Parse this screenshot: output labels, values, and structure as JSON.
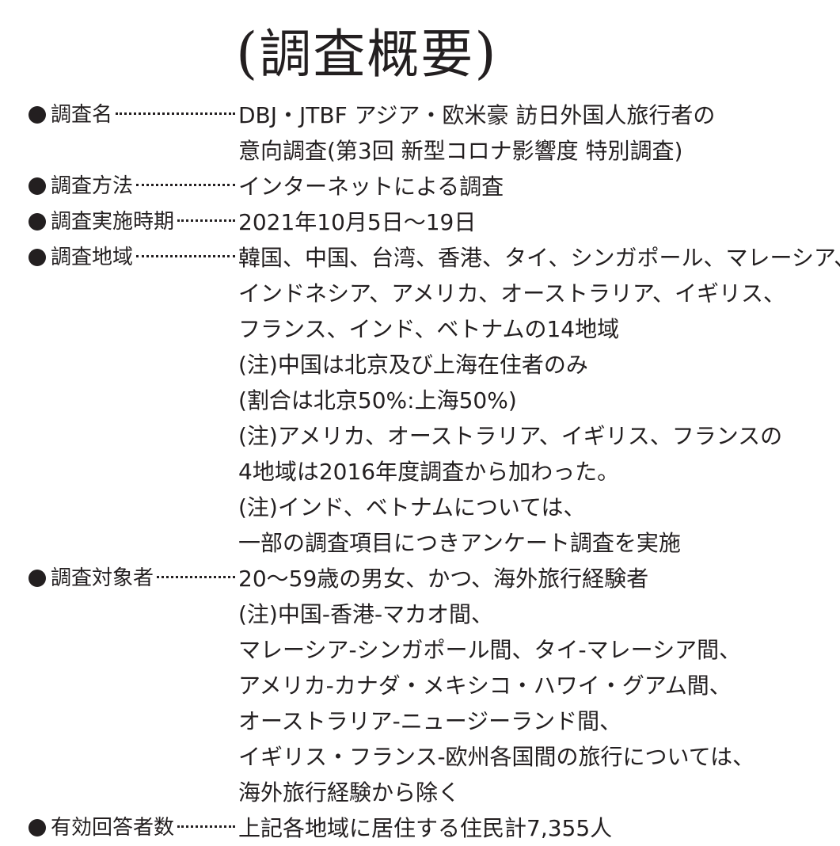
{
  "title": {
    "open_paren": "(",
    "text": "調査概要",
    "close_paren": ")"
  },
  "rows": [
    {
      "label": "調査名",
      "lines": [
        "DBJ・JTBF アジア・欧米豪 訪日外国人旅行者の",
        "意向調査(第3回 新型コロナ影響度 特別調査)"
      ]
    },
    {
      "label": "調査方法",
      "lines": [
        "インターネットによる調査"
      ]
    },
    {
      "label": "調査実施時期",
      "lines": [
        "2021年10月5日〜19日"
      ]
    },
    {
      "label": "調査地域",
      "lines": [
        "韓国、中国、台湾、香港、タイ、シンガポール、マレーシア、",
        "インドネシア、アメリカ、オーストラリア、イギリス、",
        "フランス、インド、ベトナムの14地域",
        "(注)中国は北京及び上海在住者のみ",
        "(割合は北京50%:上海50%)",
        "(注)アメリカ、オーストラリア、イギリス、フランスの",
        "4地域は2016年度調査から加わった。",
        "(注)インド、ベトナムについては、",
        "一部の調査項目につきアンケート調査を実施"
      ]
    },
    {
      "label": "調査対象者",
      "lines": [
        "20〜59歳の男女、かつ、海外旅行経験者",
        "(注)中国-香港-マカオ間、",
        "マレーシア-シンガポール間、タイ-マレーシア間、",
        "アメリカ-カナダ・メキシコ・ハワイ・グアム間、",
        "オーストラリア-ニュージーランド間、",
        "イギリス・フランス-欧州各国間の旅行については、",
        "海外旅行経験から除く"
      ]
    },
    {
      "label": "有効回答者数",
      "lines": [
        "上記各地域に居住する住民計7,355人"
      ]
    }
  ]
}
